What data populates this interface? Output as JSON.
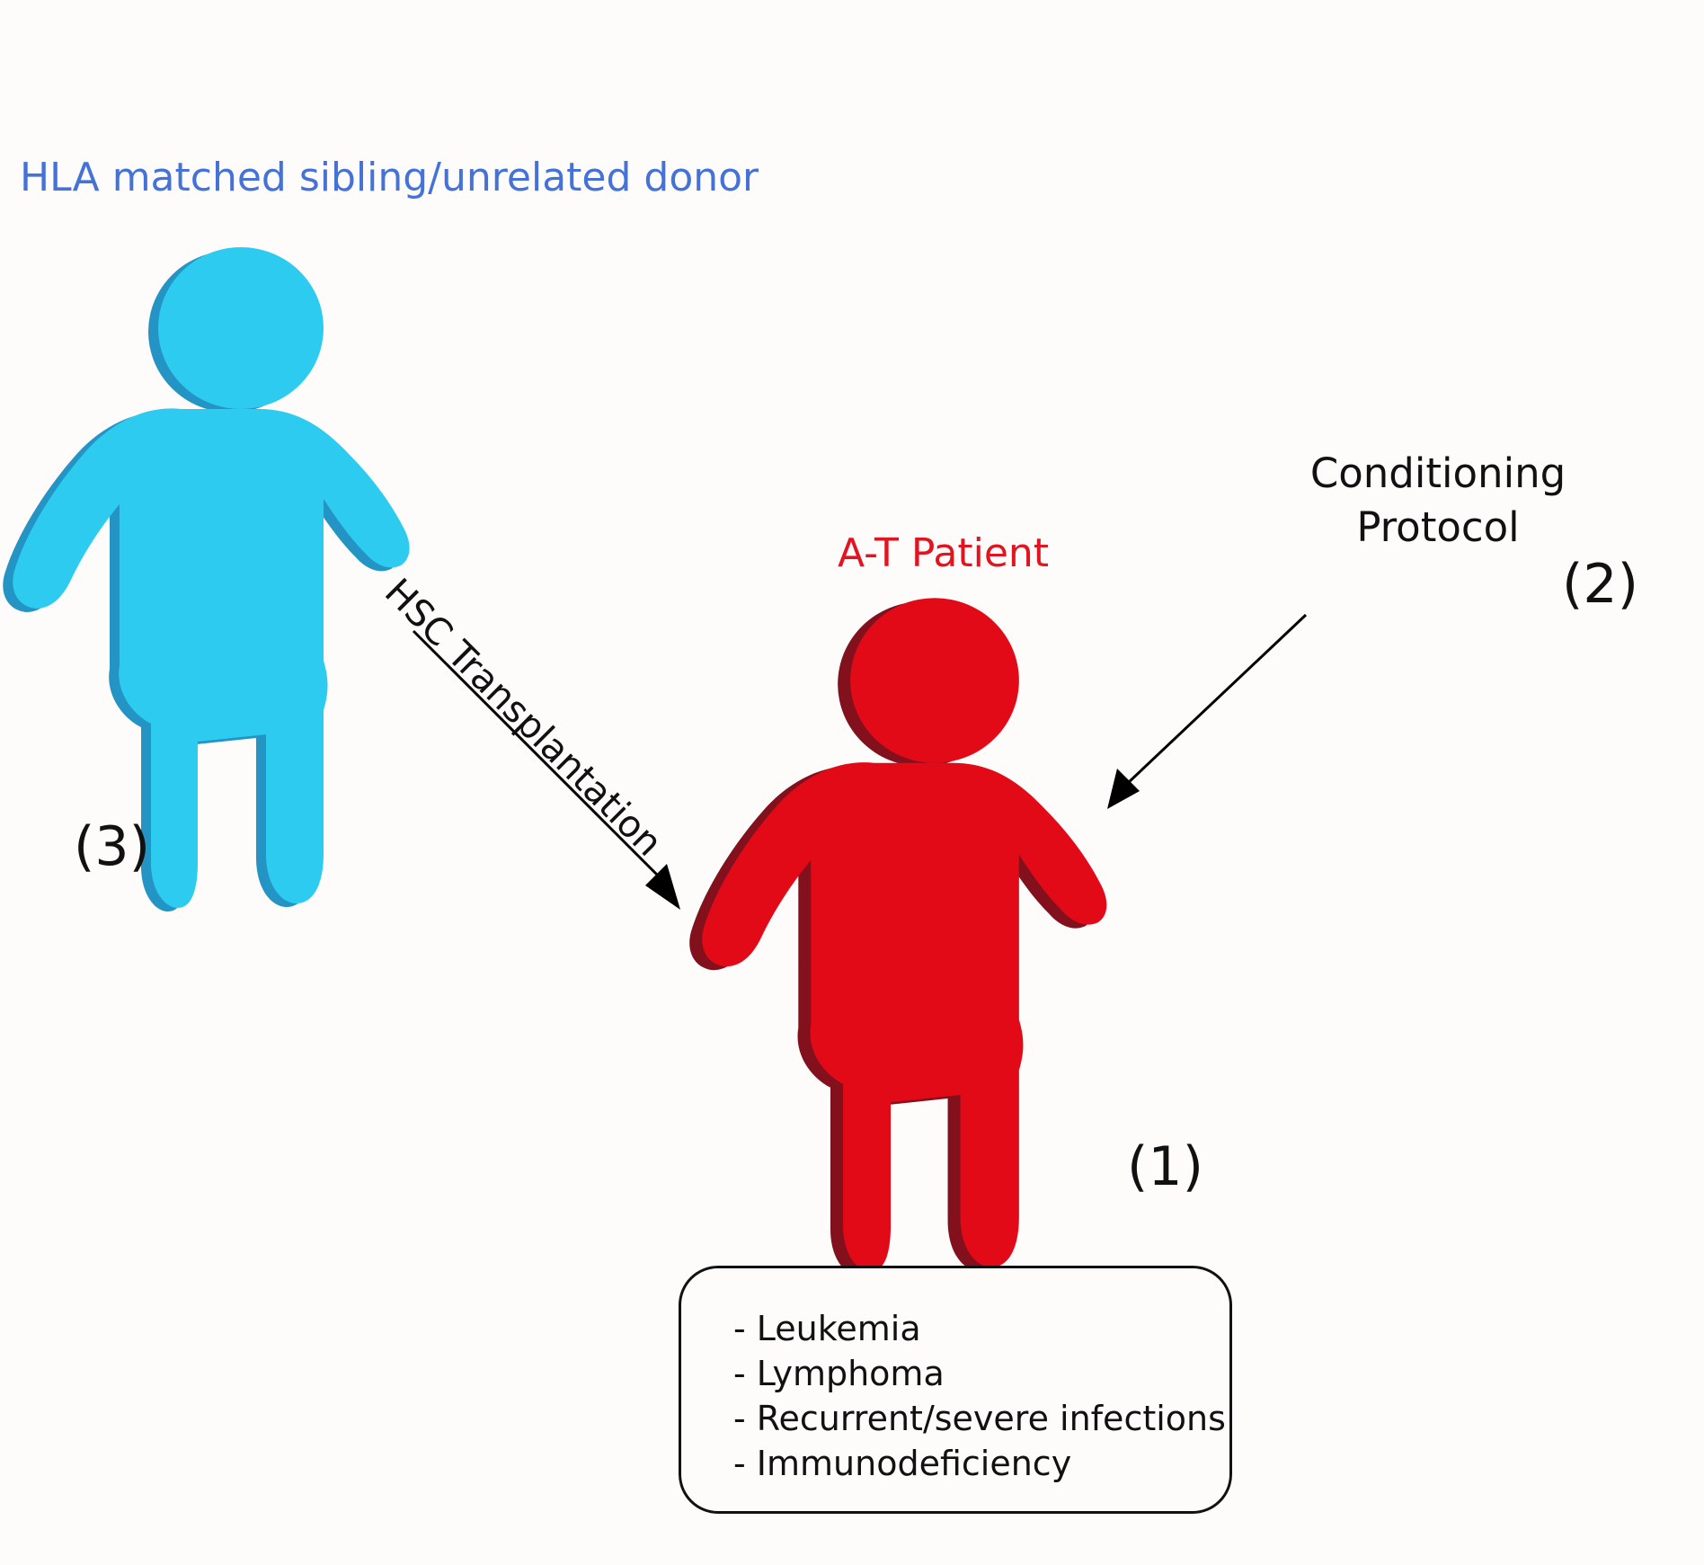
{
  "donor": {
    "label": "HLA matched sibling/unrelated donor",
    "number": "(3)",
    "color": "#2ecbf1",
    "shade_color": "#2494c4"
  },
  "patient": {
    "label": "A-T Patient",
    "number": "(1)",
    "color": "#e20a17",
    "shade_color": "#82111d"
  },
  "conditioning": {
    "lines": [
      "Conditioning",
      "Protocol"
    ],
    "number": "(2)"
  },
  "transplant": {
    "label": "HSC Transplantation"
  },
  "symptoms": [
    "- Leukemia",
    "- Lymphoma",
    "- Recurrent/severe infections",
    "- Immunodeficiency"
  ]
}
